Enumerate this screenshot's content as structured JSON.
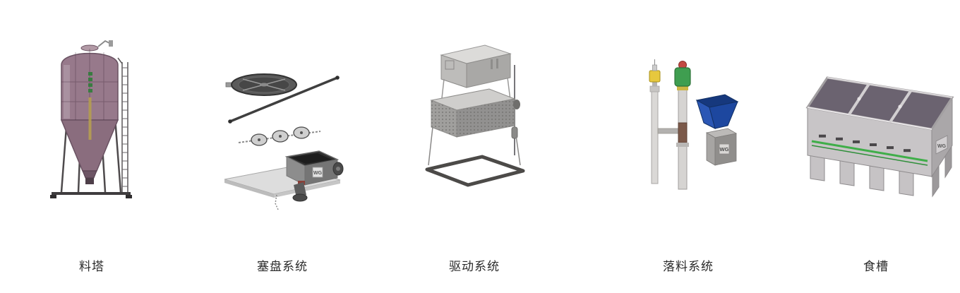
{
  "products": [
    {
      "name": "feed-silo",
      "label": "料塔"
    },
    {
      "name": "plug-disk-system",
      "label": "塞盘系统"
    },
    {
      "name": "drive-system",
      "label": "驱动系统"
    },
    {
      "name": "feed-drop-system",
      "label": "落料系统"
    },
    {
      "name": "feed-trough",
      "label": "食槽"
    }
  ],
  "logo_text": "WG",
  "colors": {
    "background": "#ffffff",
    "label_text": "#2b2b2b",
    "silo_body": "#97798b",
    "hopper_blue": "#1d479f",
    "accent_green": "#3fae49",
    "sensor_yellow": "#e6c83e",
    "motor_green": "#3f9e50",
    "frame_dark": "#4c4a48"
  }
}
